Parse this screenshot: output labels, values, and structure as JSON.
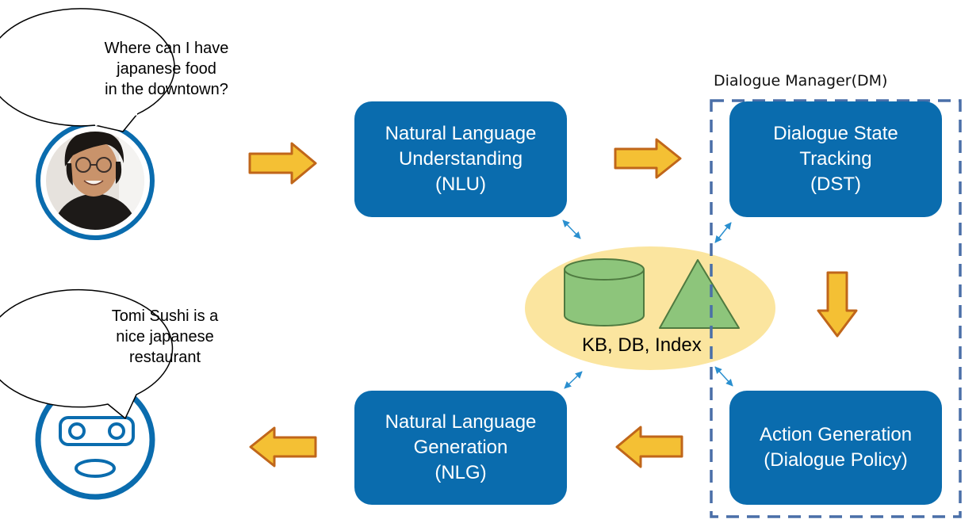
{
  "user_bubble": {
    "lines": [
      "Where can I have",
      "japanese food",
      "in the downtown?"
    ]
  },
  "bot_bubble": {
    "lines": [
      "Tomi Sushi is a",
      "nice japanese",
      "restaurant"
    ]
  },
  "nlu": {
    "lines": [
      "Natural Language",
      "Understanding",
      "(NLU)"
    ]
  },
  "dst": {
    "lines": [
      "Dialogue State",
      "Tracking",
      "(DST)"
    ]
  },
  "action": {
    "lines": [
      "Action Generation",
      "(Dialogue Policy)"
    ]
  },
  "nlg": {
    "lines": [
      "Natural Language",
      "Generation",
      "(NLG)"
    ]
  },
  "dm": {
    "label": "Dialogue Manager(DM)"
  },
  "knowledge": {
    "label": "KB, DB, Index"
  },
  "colors": {
    "box_blue": "#0a6cae",
    "arrow_fill": "#f4c034",
    "arrow_stroke": "#c0661a",
    "ellipse_fill": "#fbe59f",
    "shape_green": "#8dc57b",
    "dm_border": "#4a6fa8",
    "connector": "#2a8fcf"
  }
}
